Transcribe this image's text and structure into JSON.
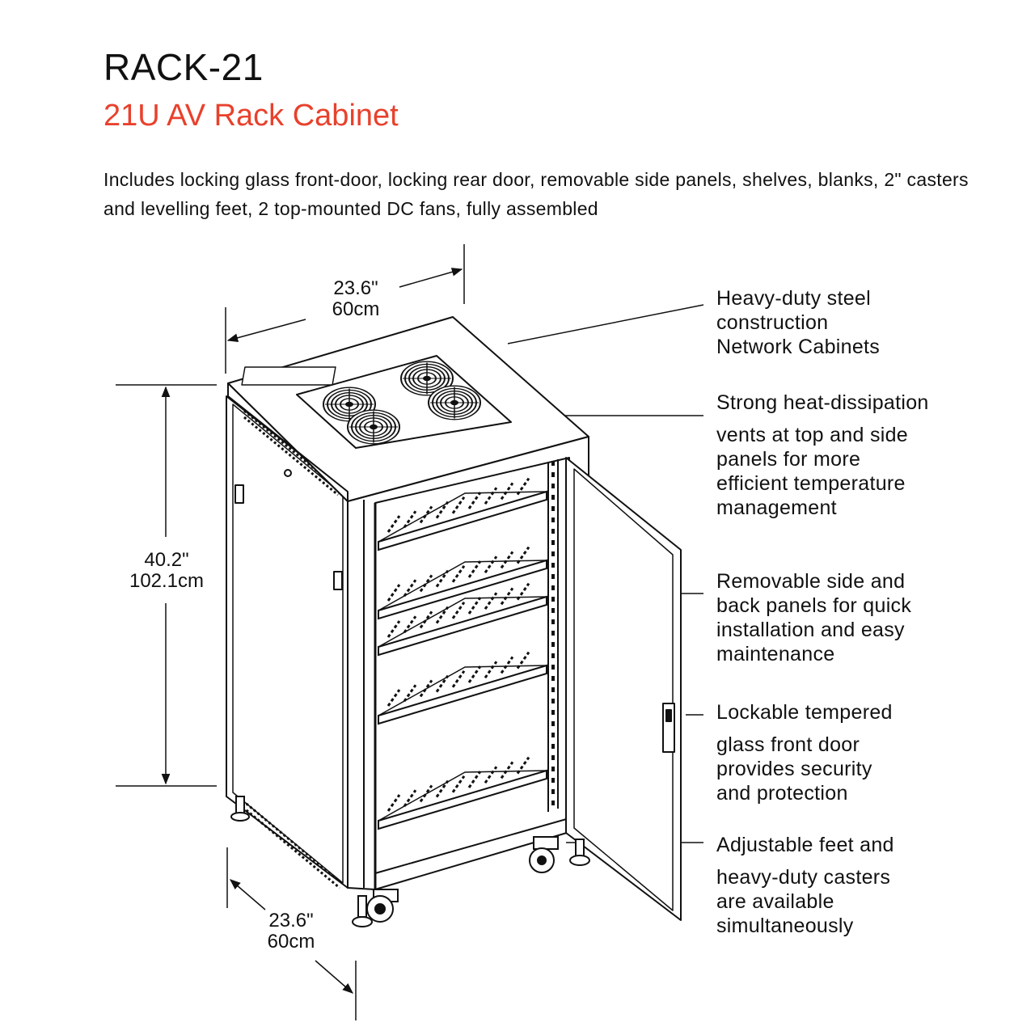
{
  "title": "RACK-21",
  "subtitle": "21U AV Rack Cabinet",
  "description": "Includes locking glass front-door, locking rear door, removable side panels, shelves, blanks, 2\" casters and levelling feet, 2 top-mounted DC fans, fully assembled",
  "dimensions": {
    "top_width": {
      "imperial": "23.6\"",
      "metric": "60cm"
    },
    "height": {
      "imperial": "40.2\"",
      "metric": "102.1cm"
    },
    "bottom_depth": {
      "imperial": "23.6\"",
      "metric": "60cm"
    }
  },
  "callouts": [
    {
      "heading": "Heavy-duty steel",
      "body": [
        "construction",
        "Network Cabinets"
      ]
    },
    {
      "heading": "Strong heat-dissipation",
      "body": [
        "vents at top and side",
        "panels for more",
        "efficient temperature",
        "management"
      ]
    },
    {
      "heading": "Removable side and",
      "body": [
        "back panels for quick",
        "installation and easy",
        "maintenance"
      ]
    },
    {
      "heading": "Lockable tempered",
      "body": [
        "glass front door",
        "provides security",
        "and protection"
      ]
    },
    {
      "heading": "Adjustable feet and",
      "body": [
        "heavy-duty casters",
        "are available",
        "simultaneously"
      ]
    }
  ],
  "colors": {
    "accent": "#e8412c",
    "line": "#111111"
  }
}
